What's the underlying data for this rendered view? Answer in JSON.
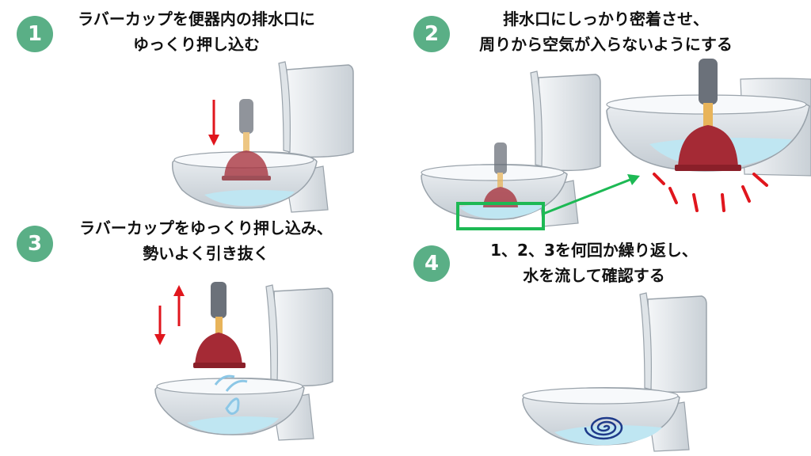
{
  "colors": {
    "badge": "#5aaf86",
    "plunger_cup": "#a52a35",
    "plunger_handle": "#e8b45a",
    "plunger_grip": "#6b717a",
    "arrow_red": "#e0161d",
    "highlight_green": "#1db954",
    "water": "#bfe6f2",
    "swirl": "#1e3a8a"
  },
  "steps": [
    {
      "number": "1",
      "line1": "ラバーカップを便器内の排水口に",
      "line2": "ゆっくり押し込む"
    },
    {
      "number": "2",
      "line1": "排水口にしっかり密着させ、",
      "line2": "周りから空気が入らないようにする"
    },
    {
      "number": "3",
      "line1": "ラバーカップをゆっくり押し込み、",
      "line2": "勢いよく引き抜く"
    },
    {
      "number": "4",
      "line1": "1、2、3を何回か繰り返し、",
      "line2": "水を流して確認する"
    }
  ]
}
